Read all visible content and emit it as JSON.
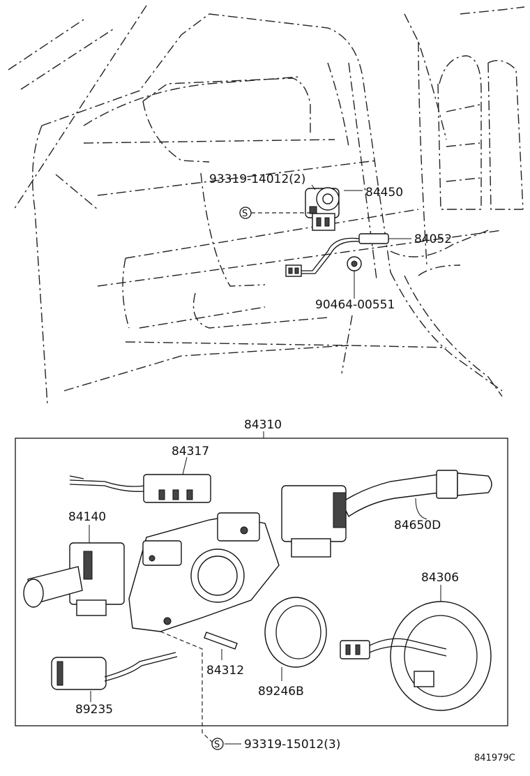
{
  "labels": {
    "screw_top": "93319-14012(2)",
    "ignition_switch": "84450",
    "unlock_warning_switch": "84052",
    "bolt": "90464-00551",
    "combination_switch_assy": "84310",
    "harness_unit": "84317",
    "turn_signal_switch": "84140",
    "wiper_switch": "84650D",
    "spiral_cable": "84306",
    "pin": "84312",
    "sensor": "89235",
    "ring": "89246B",
    "screw_bottom": "93319-15012(3)",
    "screw_symbol": "S",
    "diagram_code": "841979C"
  }
}
